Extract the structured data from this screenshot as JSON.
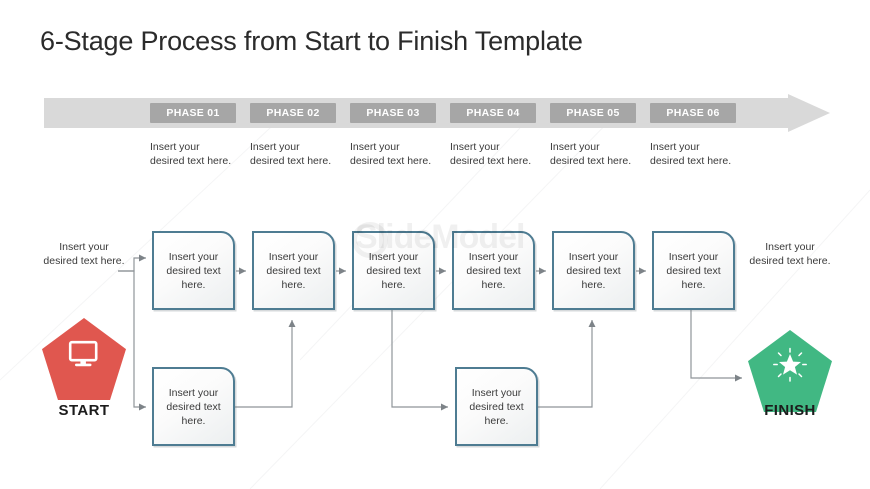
{
  "slide": {
    "title": "6-Stage Process from Start to Finish Template",
    "watermark": "SlideModel",
    "body_text": "Insert your desired text here.",
    "colors": {
      "start_pentagon": "#e0574f",
      "finish_pentagon": "#41b883",
      "box_border": "#4e7c92",
      "arrow_bar": "#d9d9d9",
      "phase_badge": "#a6a6a6",
      "connector": "#8f9599",
      "title_text": "#2b2b2b"
    }
  },
  "phase_bar": {
    "phases": [
      {
        "label": "PHASE 01"
      },
      {
        "label": "PHASE 02"
      },
      {
        "label": "PHASE 03"
      },
      {
        "label": "PHASE 04"
      },
      {
        "label": "PHASE 05"
      },
      {
        "label": "PHASE 06"
      }
    ]
  },
  "phase_captions": [
    {
      "text": "Insert your desired text here."
    },
    {
      "text": "Insert your desired text here."
    },
    {
      "text": "Insert your desired text here."
    },
    {
      "text": "Insert your desired text here."
    },
    {
      "text": "Insert your desired text here."
    },
    {
      "text": "Insert your desired text here."
    }
  ],
  "endpoints": {
    "start": {
      "label": "START",
      "caption": "Insert your desired text here.",
      "icon": "monitor-icon"
    },
    "finish": {
      "label": "FINISH",
      "caption": "Insert your desired text here.",
      "icon": "sparkle-star-icon"
    }
  },
  "process_boxes_top": [
    {
      "text": "Insert your desired text here."
    },
    {
      "text": "Insert your desired text here."
    },
    {
      "text": "Insert your desired text here."
    },
    {
      "text": "Insert your desired text here."
    },
    {
      "text": "Insert your desired text here."
    },
    {
      "text": "Insert your desired text here."
    }
  ],
  "process_boxes_bottom": [
    {
      "text": "Insert your desired text here."
    },
    {
      "text": "Insert your desired text here."
    }
  ]
}
